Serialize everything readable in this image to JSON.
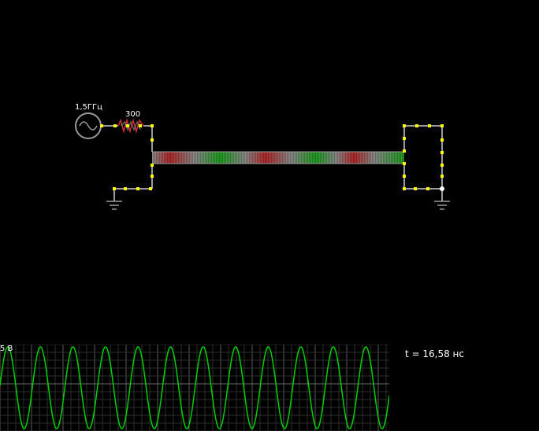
{
  "circuit": {
    "source_label": "1,5ГГц",
    "resistor_label": "300"
  },
  "scope": {
    "scale_label": "5 В",
    "time_readout": "t = 16,58 нс"
  },
  "colors": {
    "background": "#000000",
    "wire": "#9a9a9a",
    "node": "#ffff00",
    "trace": "#00d000",
    "grid": "#3a3a3a",
    "line_red": "#b42828",
    "line_green": "#1ea01e",
    "line_gray": "#8c8c8c"
  },
  "icons": [
    "ac-source-icon",
    "resistor-icon",
    "ground-icon"
  ]
}
